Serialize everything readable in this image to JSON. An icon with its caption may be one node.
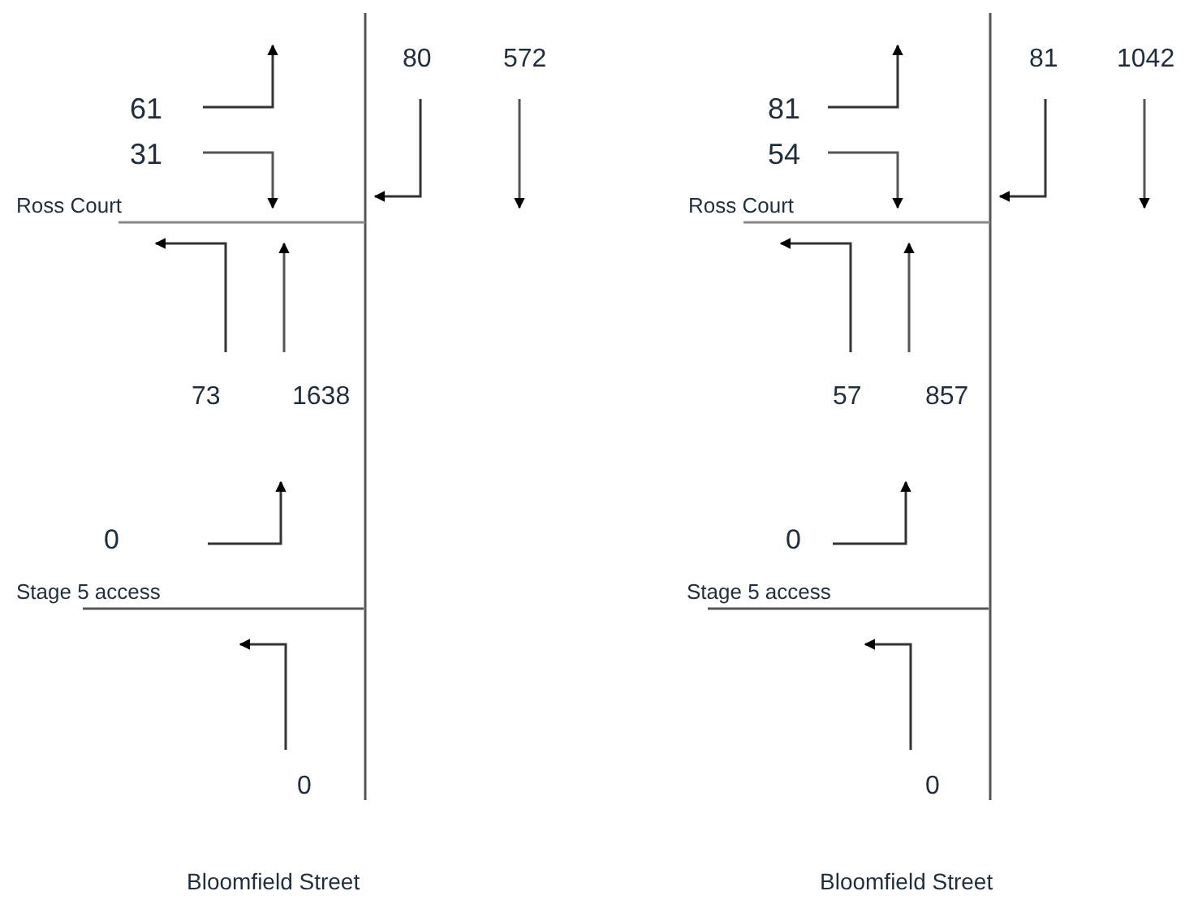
{
  "diagram": {
    "labels": [
      "80",
      "572",
      "61",
      "31",
      "Ross Court",
      "73",
      "1638",
      "0",
      "Stage 5 access",
      "0",
      "Bloomfield Street",
      "81",
      "1042",
      "81",
      "54",
      "Ross Court",
      "57",
      "857",
      "0",
      "Stage 5 access",
      "0",
      "Bloomfield Street"
    ]
  }
}
